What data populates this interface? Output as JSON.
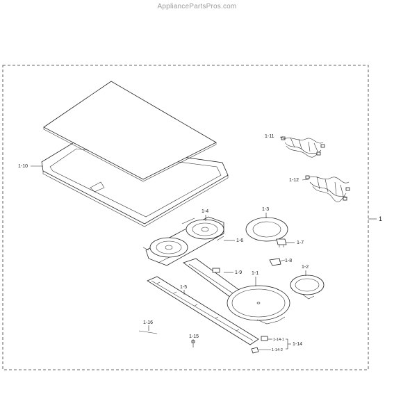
{
  "site_watermark": "AppliancePartsPros.com",
  "callouts": {
    "main": "1",
    "p1_1": "1-1",
    "p1_2": "1-2",
    "p1_3": "1-3",
    "p1_4": "1-4",
    "p1_5": "1-5",
    "p1_6": "1-6",
    "p1_7": "1-7",
    "p1_8": "1-8",
    "p1_9": "1-9",
    "p1_10": "1-10",
    "p1_11": "1-11",
    "p1_12": "1-12",
    "p1_14": "1-14",
    "p1_14_1": "1-14-1",
    "p1_14_2": "1-14-2",
    "p1_15": "1-15",
    "p1_16": "1-16"
  }
}
